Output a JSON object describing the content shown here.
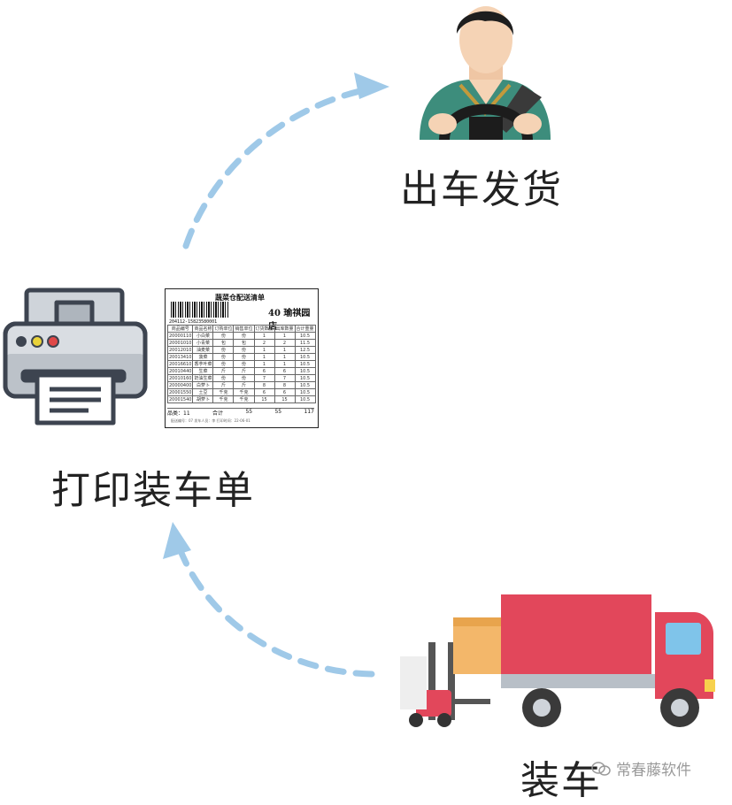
{
  "labels": {
    "dispatch": "出车发货",
    "print": "打印装车单",
    "load": "装车"
  },
  "watermark": "常春藤软件",
  "sheet": {
    "title": "蔬菜仓配送清单",
    "store": "40 瑜祺园店",
    "barcode_text": "204112-15823580001",
    "headers": [
      "商品编号",
      "商品名称",
      "订购单位",
      "销售单位",
      "订货数量",
      "出库数量",
      "合计重量"
    ],
    "rows": [
      [
        "20000110",
        "小白菜",
        "份",
        "份",
        "1",
        "1",
        "10.5"
      ],
      [
        "20001010",
        "小青菜",
        "包",
        "包",
        "2",
        "2",
        "11.5"
      ],
      [
        "20012010",
        "油麦菜",
        "份",
        "份",
        "1",
        "1",
        "12.5"
      ],
      [
        "20013410",
        "菠菜",
        "份",
        "份",
        "1",
        "1",
        "10.5"
      ],
      [
        "20016610",
        "香芋叶菜",
        "份",
        "份",
        "1",
        "1",
        "10.5"
      ],
      [
        "20010440",
        "生菜",
        "斤",
        "斤",
        "6",
        "6",
        "10.5"
      ],
      [
        "20010160",
        "奶油生菜",
        "份",
        "份",
        "7",
        "7",
        "10.5"
      ],
      [
        "20000400",
        "白萝卜",
        "斤",
        "斤",
        "8",
        "8",
        "10.5"
      ],
      [
        "20001550",
        "土豆",
        "千克",
        "千克",
        "6",
        "6",
        "10.5"
      ],
      [
        "20001540",
        "胡萝卜",
        "千克",
        "千克",
        "15",
        "15",
        "10.5"
      ]
    ],
    "total_label": "品类：11",
    "total_sum_label": "合计",
    "total_order": "55",
    "total_out": "55",
    "total_weight": "117",
    "footer": "配送编号：07  发车人员：李  打印时间：22-06-01"
  },
  "colors": {
    "arrow": "#9fc9e8",
    "truck_red": "#e2475b",
    "cargo": "#f3b76a",
    "driver_shirt": "#3d8d7c",
    "printer_body": "#d9dde2"
  }
}
